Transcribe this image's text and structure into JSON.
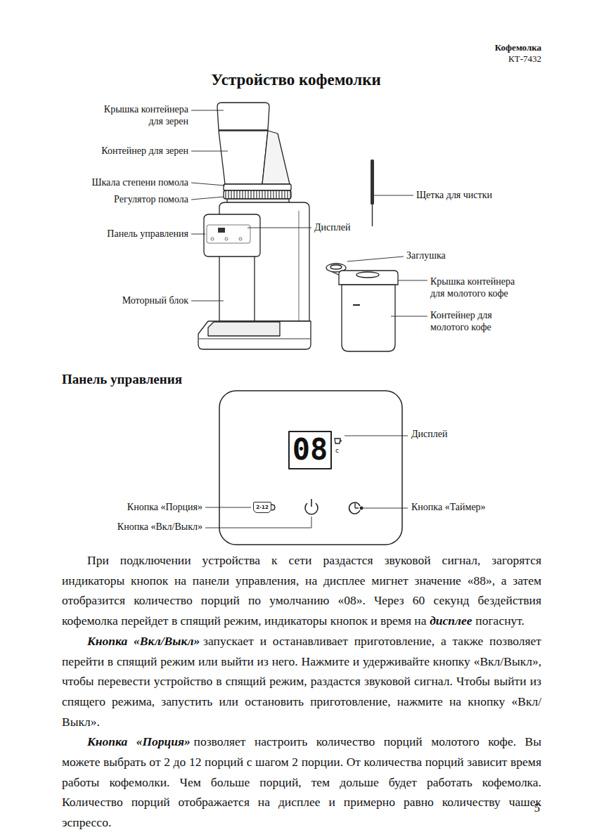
{
  "diagram": {
    "title": "Устройство кофемолки",
    "nodes": [
      {
        "text": [
          "08"
        ]
      },
      {
        "text": [
          "2-12"
        ]
      }
    ],
    "labels": [
      "Кофемолка",
      "КТ-7432",
      "Крышка контейнера для зерен",
      "Контейнер для зерен",
      "Шкала степени помола",
      "Регулятор помола",
      "Панель управления",
      "Моторный блок",
      "Дисплей",
      "Щетка для чистки",
      "Заглушка",
      "Крышка контейнера для молотого кофе",
      "Контейнер для молотого кофе",
      "Панель управления",
      "c",
      "Дисплей",
      "Кнопка «Порция»",
      "Кнопка «Вкл/Выкл»",
      "Кнопка «Таймер»",
      "При подключении устройства к сети раздастся звуковой сигнал, загорятся индикаторы кнопок на панели управления, на дисплее мигнет значение «88», а затем отобразится количество порций по умолчанию «08». Через 60 секунд бездействия кофемолка перейдет в спящий режим, индикаторы кнопок и время на",
      "дисплее",
      "погаснут.",
      "Кнопка «Вкл/Выкл»",
      "запускает и останавливает приготовление, а также позволяет перейти в спящий режим или выйти из него. Нажмите и удерживайте кнопку «Вкл/Выкл», чтобы перевести устройство в спящий режим, раздастся звуковой сигнал. Чтобы выйти из спящего режима, запустить или остановить приготовление, нажмите на кнопку «Вкл/Выкл».",
      "Кнопка «Порция»",
      "позволяет настроить количество порций молотого кофе. Вы можете выбрать от 2 до 12 порций с шагом 2 порции. От количества порций зависит время работы кофемолки. Чем больше порций, тем дольше будет работать кофемолка. Количество порций отображается на дисплее и примерно равно количеству чашек эспрессо.",
      "5"
    ]
  }
}
